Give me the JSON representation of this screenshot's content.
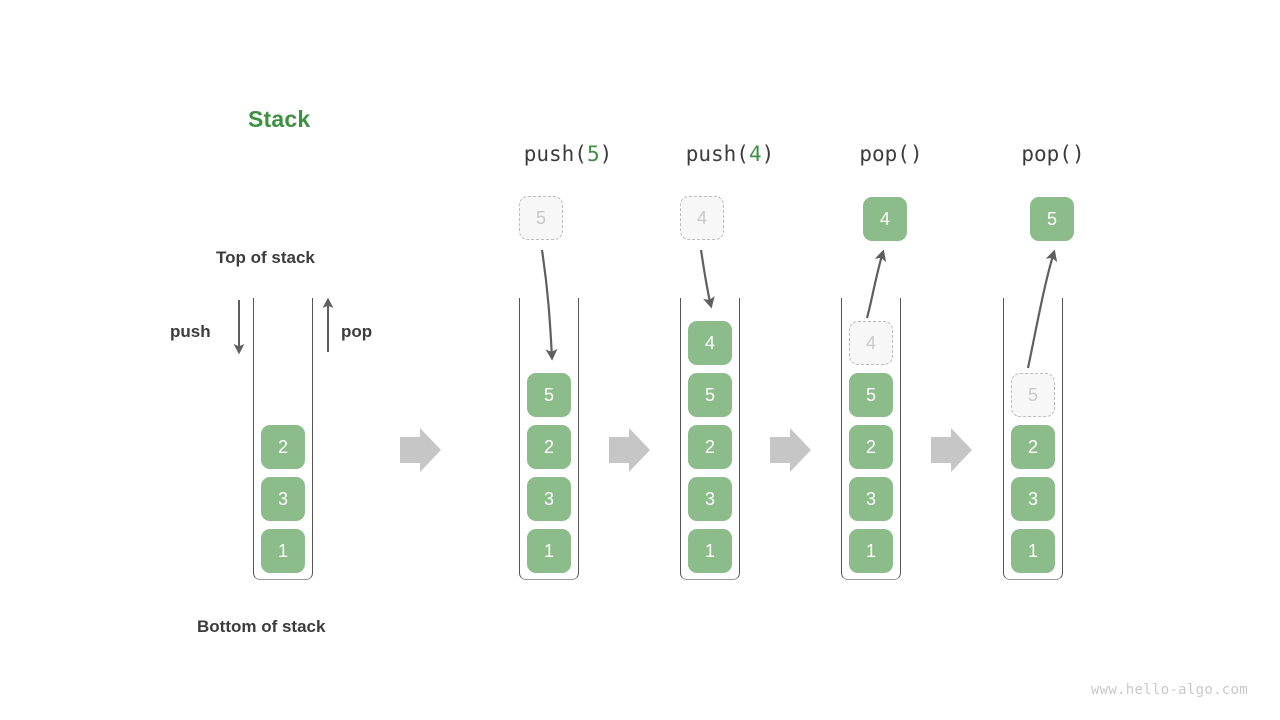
{
  "title": {
    "text": "Stack",
    "color": "#3f9142"
  },
  "labels": {
    "top_of_stack": "Top of stack",
    "bottom_of_stack": "Bottom of stack",
    "push": "push",
    "pop": "pop"
  },
  "watermark": "www.hello-algo.com",
  "theme": {
    "element_fill": "#8bbc89",
    "element_text": "#ffffff",
    "ghost_fill": "#f7f7f7",
    "ghost_border": "#bdbdbd",
    "ghost_text": "#c9c9c9",
    "container_stroke": "#565656",
    "arrow_stroke": "#5f5f5f",
    "flow_arrow_fill": "#c6c6c6",
    "accent": "#3f9142",
    "label_text": "#3c3c3c"
  },
  "panels": [
    {
      "id": "initial",
      "header": null,
      "header_prefix": "",
      "header_arg": "",
      "header_suffix": "",
      "stack": [
        "2",
        "3",
        "1"
      ],
      "ghost_in_stack": null,
      "floating": null,
      "floating_ghost": null
    },
    {
      "id": "push-5",
      "header": "push(5)",
      "header_prefix": "push(",
      "header_arg": "5",
      "header_suffix": ")",
      "stack": [
        "5",
        "2",
        "3",
        "1"
      ],
      "ghost_in_stack": null,
      "floating": null,
      "floating_ghost": "5"
    },
    {
      "id": "push-4",
      "header": "push(4)",
      "header_prefix": "push(",
      "header_arg": "4",
      "header_suffix": ")",
      "stack": [
        "4",
        "5",
        "2",
        "3",
        "1"
      ],
      "ghost_in_stack": null,
      "floating": null,
      "floating_ghost": "4"
    },
    {
      "id": "pop-1",
      "header": "pop()",
      "header_prefix": "pop(",
      "header_arg": "",
      "header_suffix": ")",
      "stack": [
        "5",
        "2",
        "3",
        "1"
      ],
      "ghost_in_stack": "4",
      "floating": "4",
      "floating_ghost": null
    },
    {
      "id": "pop-2",
      "header": "pop()",
      "header_prefix": "pop(",
      "header_arg": "",
      "header_suffix": ")",
      "stack": [
        "2",
        "3",
        "1"
      ],
      "ghost_in_stack": "5",
      "floating": "5",
      "floating_ghost": null
    }
  ],
  "flow_arrows": [
    {
      "name": "flow-arrow-1"
    },
    {
      "name": "flow-arrow-2"
    },
    {
      "name": "flow-arrow-3"
    },
    {
      "name": "flow-arrow-4"
    }
  ]
}
